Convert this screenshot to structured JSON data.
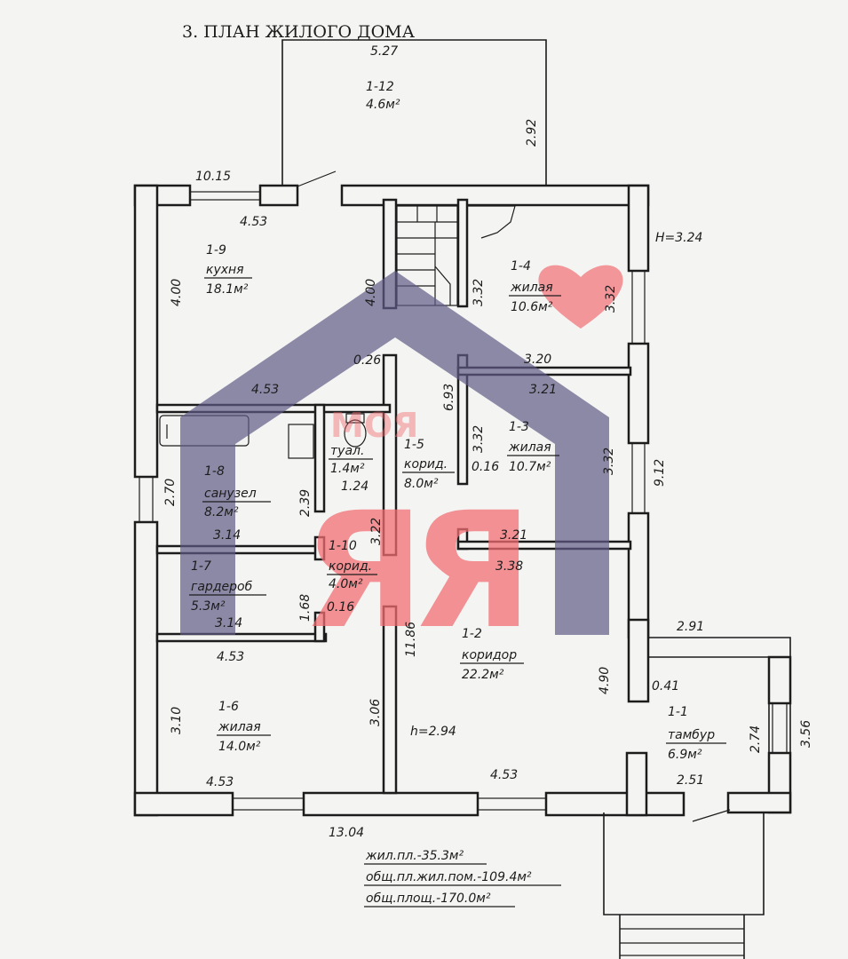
{
  "title": "3. ПЛАН ЖИЛОГО ДОМА",
  "height_main": "H=3.24",
  "height_corridor": "h=2.94",
  "rooms": [
    {
      "id": "1-12",
      "name": "",
      "area": "4.6м²"
    },
    {
      "id": "1-9",
      "name": "кухня",
      "area": "18.1м²"
    },
    {
      "id": "1-4",
      "name": "жилая",
      "area": "10.6м²"
    },
    {
      "id": "1-3",
      "name": "жилая",
      "area": "10.7м²"
    },
    {
      "id": "1-5",
      "name": "корид.",
      "area": "8.0м²"
    },
    {
      "id": "1-8",
      "name": "санузел",
      "area": "8.2м²"
    },
    {
      "id": "",
      "name": "туал.",
      "area": "1.4м²"
    },
    {
      "id": "1-10",
      "name": "корид.",
      "area": "4.0м²"
    },
    {
      "id": "1-7",
      "name": "гардероб",
      "area": "5.3м²"
    },
    {
      "id": "1-2",
      "name": "коридор",
      "area": "22.2м²"
    },
    {
      "id": "1-6",
      "name": "жилая",
      "area": "14.0м²"
    },
    {
      "id": "1-1",
      "name": "тамбур",
      "area": "6.9м²"
    }
  ],
  "dims": {
    "porch_w": "5.27",
    "porch_h": "2.92",
    "kitchen_top_total": "10.15",
    "kitchen_w": "4.53",
    "kitchen_h_left": "4.00",
    "kitchen_h_right": "4.00",
    "r14_w": "3.32",
    "r14_h": "3.32",
    "r13_w1": "3.20",
    "r13_w2": "3.21",
    "r13_w3": "3.21",
    "r13_h": "3.32",
    "corr_w": "0.26",
    "corr_h": "6.93",
    "corr_w2": "3.32",
    "corr_d": "0.16",
    "kitchen_bottom": "4.53",
    "bath_h": "2.70",
    "bath_w": "3.14",
    "bath_d": "2.39",
    "toilet_w": "1.24",
    "corr10_h": "3.22",
    "wardrobe_w1": "3.14",
    "wardrobe_h": "1.68",
    "wardrobe_d": "0.16",
    "corr2_w": "3.38",
    "corr2_h": "11.86",
    "r16_w_top": "4.53",
    "r16_h_left": "3.10",
    "r16_h_right": "3.06",
    "r16_w_bottom": "4.53",
    "hall_bottom": "4.53",
    "total_w": "13.04",
    "total_h": "9.12",
    "vest_w_top": "2.91",
    "vest_h": "4.90",
    "vest_d": "0.41",
    "vest_h2": "2.74",
    "vest_w": "2.51",
    "vest_outer": "3.56"
  },
  "summary": [
    "жил.пл.-35.3м²",
    "общ.пл.жил.пом.-109.4м²",
    "общ.площ.-170.0м²"
  ],
  "watermark": {
    "top": "МОЯ",
    "bottom": "Я",
    "color_house": "#5f5a86",
    "color_accent": "#f26d73"
  }
}
